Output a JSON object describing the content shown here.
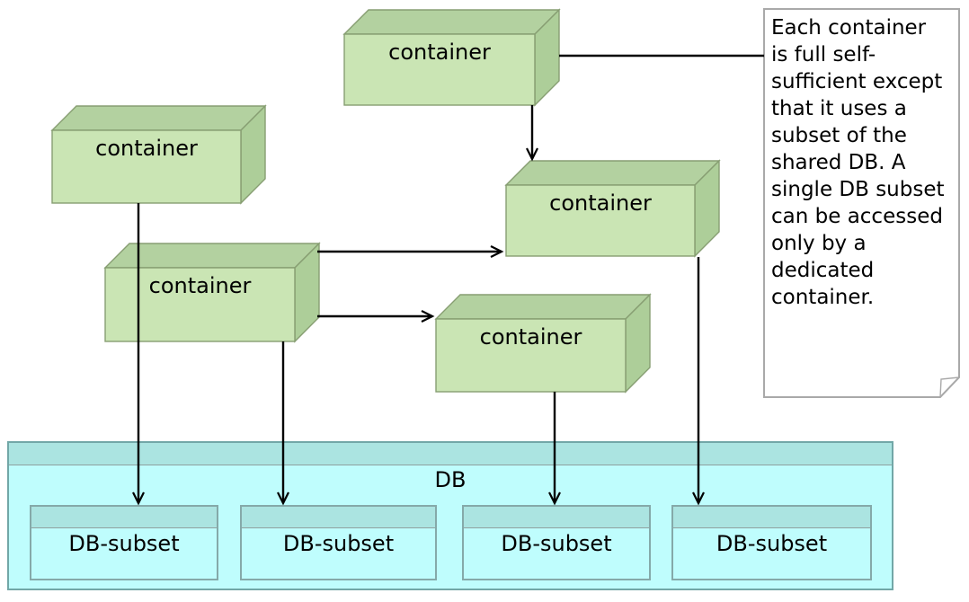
{
  "colors": {
    "green_face": "#cae5b4",
    "green_top": "#b3d1a0",
    "green_side": "#adce99",
    "green_border": "#879e72",
    "cyan_band": "#abe4e1",
    "cyan_body": "#bffdfd",
    "teal_border": "#72a7a7",
    "subset_border": "#85a9a9",
    "divider_gray": "#8f9f9f",
    "note_border": "#a9a9a9",
    "line_color": "#000000"
  },
  "containers": [
    {
      "label": "container"
    },
    {
      "label": "container"
    },
    {
      "label": "container"
    },
    {
      "label": "container"
    },
    {
      "label": "container"
    }
  ],
  "note": {
    "text": "Each container\nis full self-\nsufficient except\nthat it uses a\nsubset of the\nshared DB. A\nsingle DB subset\ncan be accessed\nonly by a\ndedicated\ncontainer."
  },
  "db": {
    "title": "DB",
    "subsets": [
      {
        "label": "DB-subset"
      },
      {
        "label": "DB-subset"
      },
      {
        "label": "DB-subset"
      },
      {
        "label": "DB-subset"
      }
    ]
  }
}
